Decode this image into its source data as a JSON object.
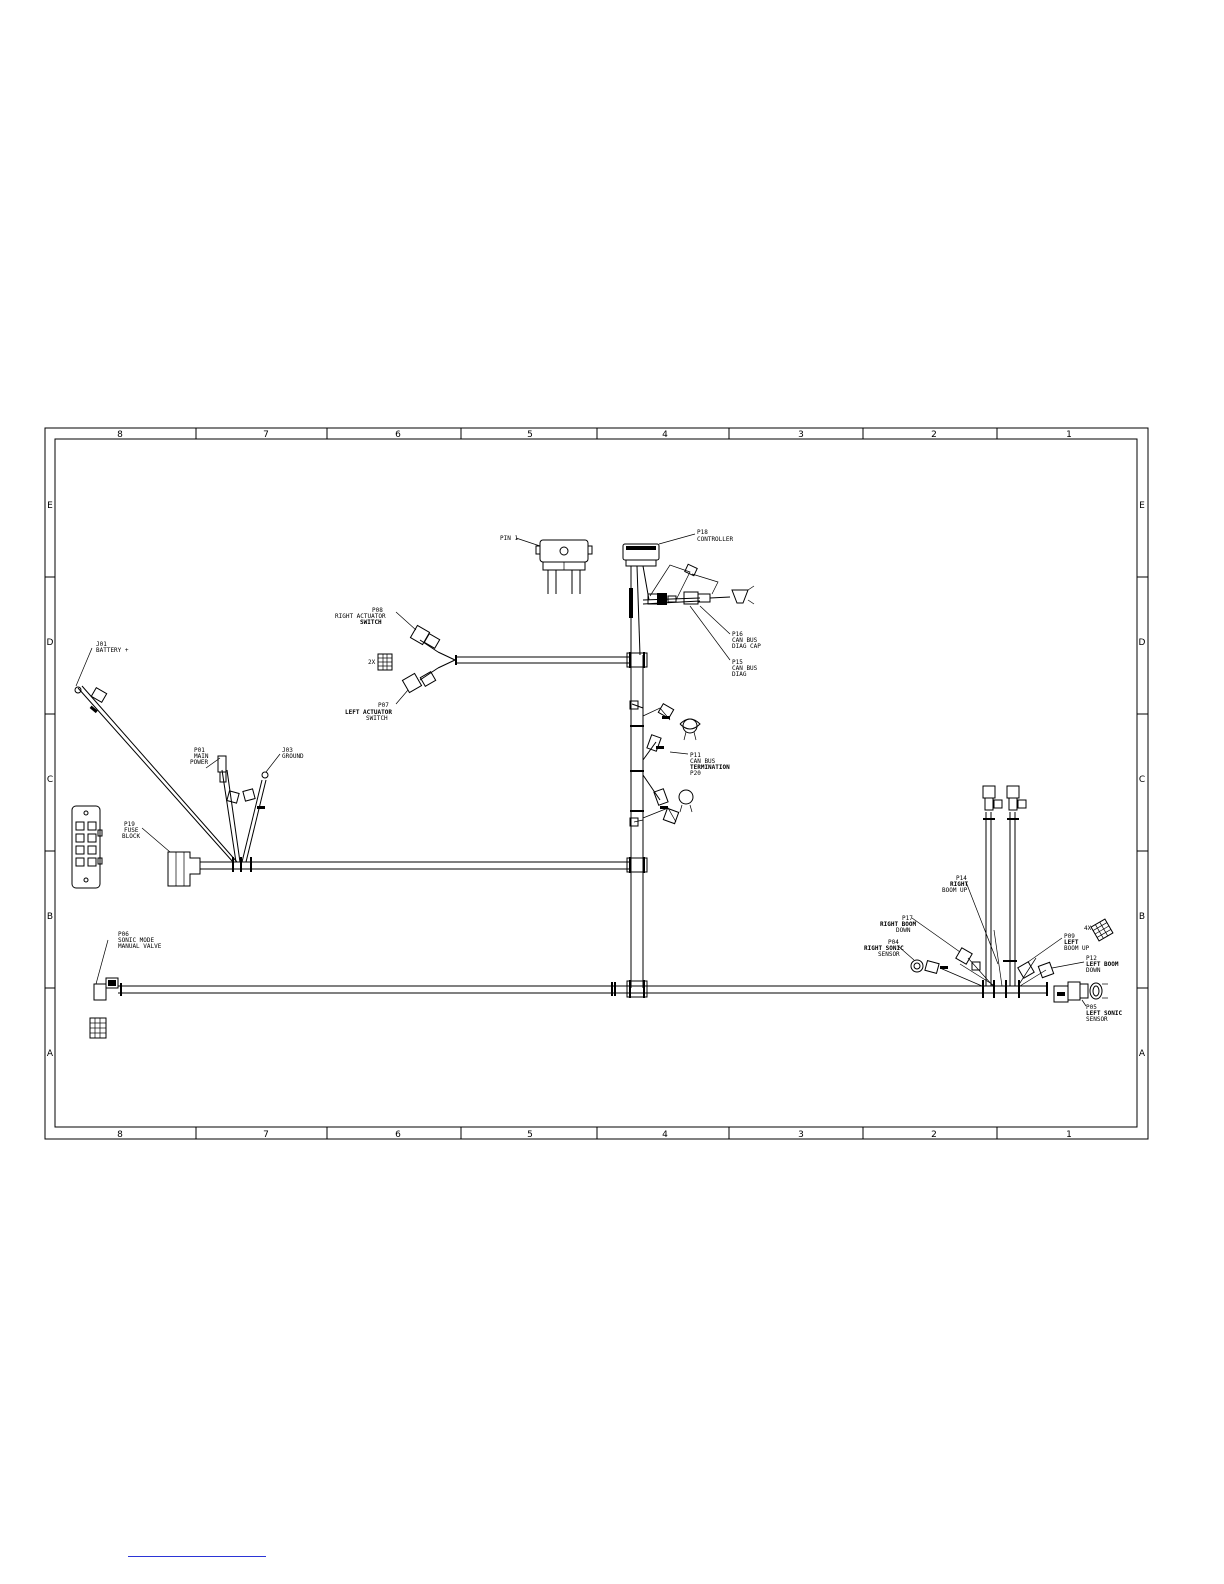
{
  "frame": {
    "zones_top": [
      "8",
      "7",
      "6",
      "5",
      "4",
      "3",
      "2",
      "1"
    ],
    "zones_bottom": [
      "8",
      "7",
      "6",
      "5",
      "4",
      "3",
      "2",
      "1"
    ],
    "rows_left": [
      "E",
      "D",
      "C",
      "B",
      "A"
    ],
    "rows_right": [
      "E",
      "D",
      "C",
      "B",
      "A"
    ]
  },
  "labels": {
    "pin1": "PIN 1",
    "p18_id": "P18",
    "p18_name": "CONTROLLER",
    "p16_id": "P16",
    "p16_l1": "CAN BUS",
    "p16_l2": "DIAG CAP",
    "p15_id": "P15",
    "p15_l1": "CAN BUS",
    "p15_l2": "DIAG",
    "p08_id": "P08",
    "p08_l1": "RIGHT ACTUATOR",
    "p08_l2": "SWITCH",
    "p07_id": "P07",
    "p07_l1": "LEFT ACTUATOR",
    "p07_l2": "SWITCH",
    "qty2x": "2X",
    "j01_id": "J01",
    "j01_name": "BATTERY +",
    "p01_id": "P01",
    "p01_l1": "MAIN",
    "p01_l2": "POWER",
    "j03_id": "J03",
    "j03_name": "GROUND",
    "p19_id": "P19",
    "p19_l1": "FUSE",
    "p19_l2": "BLOCK",
    "p11_id": "P11",
    "p11_l1": "CAN BUS",
    "p11_l2": "TERMINATION",
    "p20_id": "P20",
    "p06_id": "P06",
    "p06_l1": "SONIC MODE",
    "p06_l2": "MANUAL VALVE",
    "p14_id": "P14",
    "p14_l1": "RIGHT",
    "p14_l2": "BOOM UP",
    "p17_id": "P17",
    "p17_l1": "RIGHT BOOM",
    "p17_l2": "DOWN",
    "p04_id": "P04",
    "p04_l1": "RIGHT SONIC",
    "p04_l2": "SENSOR",
    "p09_id": "P09",
    "p09_l1": "LEFT",
    "p09_l2": "BOOM UP",
    "p12_id": "P12",
    "p12_l1": "LEFT BOOM",
    "p12_l2": "DOWN",
    "p05_id": "P05",
    "p05_l1": "LEFT SONIC",
    "p05_l2": "SENSOR",
    "qty4x": "4X"
  }
}
